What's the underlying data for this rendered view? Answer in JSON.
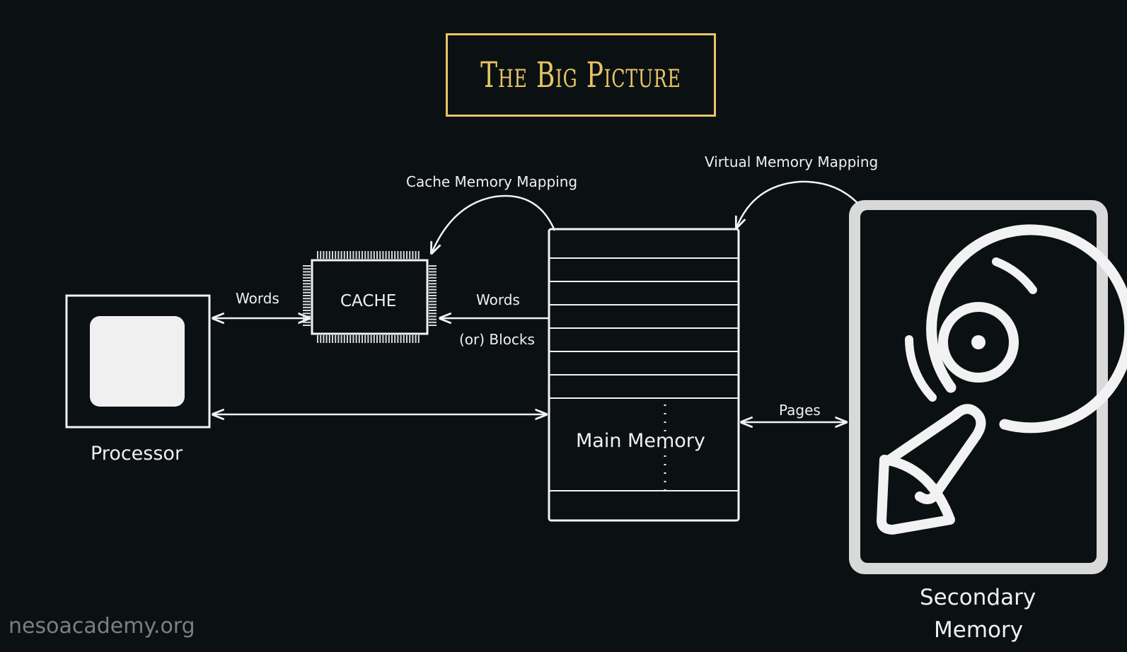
{
  "title": "The Big Picture",
  "labels": {
    "cache_mapping": "Cache Memory Mapping",
    "virtual_mapping": "Virtual Memory Mapping",
    "words_left": "Words",
    "words_right": "Words",
    "or_blocks": "(or) Blocks",
    "pages": "Pages"
  },
  "components": {
    "processor": "Processor",
    "cache": "CACHE",
    "main_memory": "Main Memory",
    "secondary_line1": "Secondary",
    "secondary_line2": "Memory"
  },
  "watermark": "nesoacademy.org",
  "colors": {
    "background": "#0b1012",
    "title_accent": "#e8c466",
    "line": "#f2f2f2",
    "disk_body": "#d9d9d9"
  }
}
